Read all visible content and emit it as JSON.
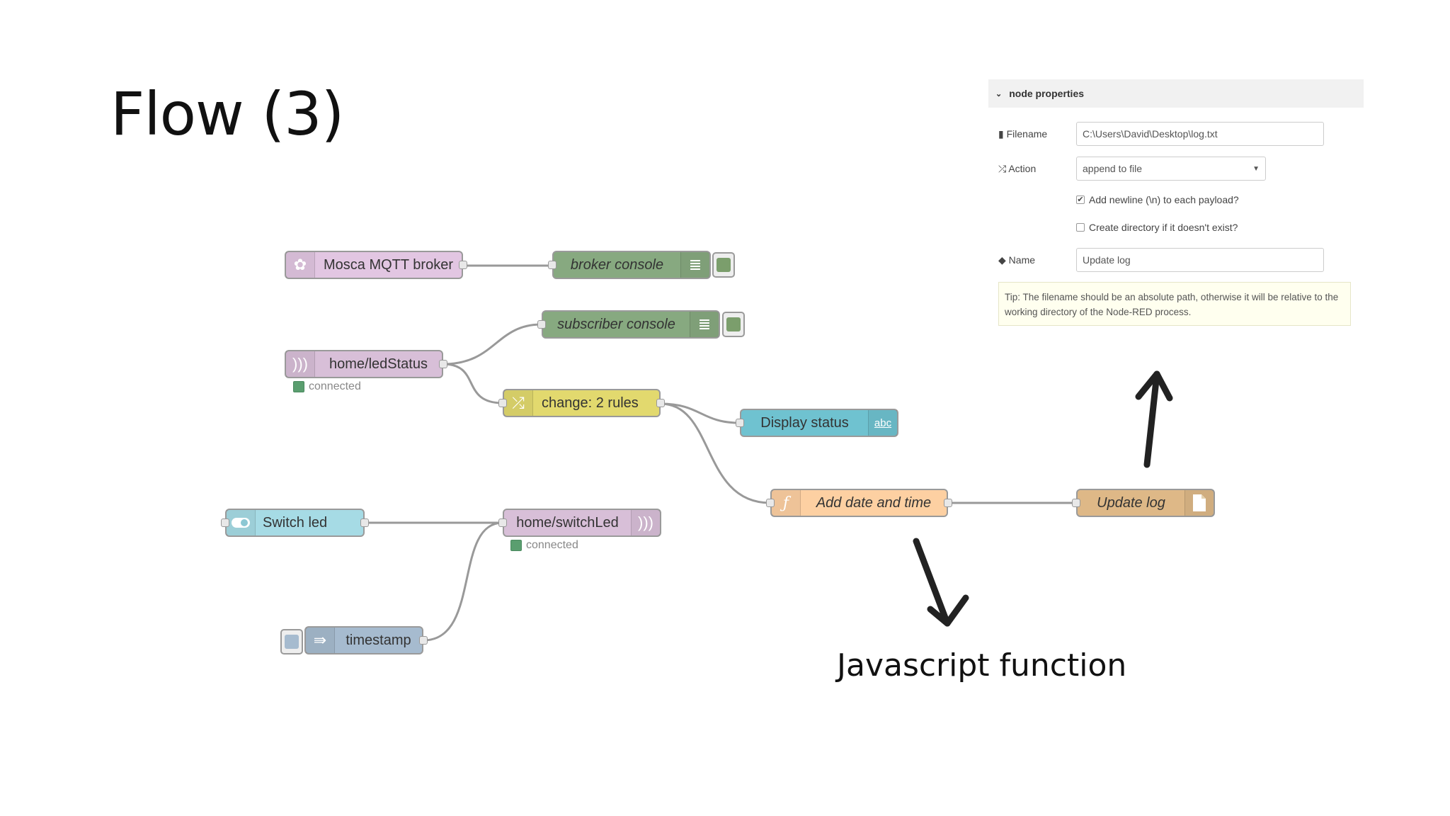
{
  "slide": {
    "title": "Flow (3)",
    "caption": "Javascript function"
  },
  "nodes": {
    "mosca": {
      "label": "Mosca MQTT broker",
      "color": "#e2c6e2"
    },
    "broker_console": {
      "label": "broker console",
      "color": "#87a980"
    },
    "subscriber_console": {
      "label": "subscriber console",
      "color": "#87a980"
    },
    "led_status": {
      "label": "home/ledStatus",
      "color": "#d8bfd8",
      "status": "connected"
    },
    "change": {
      "label": "change: 2 rules",
      "color": "#e2d96e"
    },
    "display_status": {
      "label": "Display status",
      "color": "#6fc2d0",
      "icon_text": "abc"
    },
    "add_date": {
      "label": "Add date and time",
      "color": "#fdd0a2"
    },
    "update_log": {
      "label": "Update log",
      "color": "#deb887"
    },
    "switch_led": {
      "label": "Switch led",
      "color": "#a6dbe5"
    },
    "switch_led_mqtt": {
      "label": "home/switchLed",
      "color": "#d8bfd8",
      "status": "connected"
    },
    "timestamp": {
      "label": "timestamp",
      "color": "#a6bbcf"
    }
  },
  "panel": {
    "header": "node properties",
    "filename_label": "Filename",
    "filename_value": "C:\\Users\\David\\Desktop\\log.txt",
    "action_label": "Action",
    "action_value": "append to file",
    "newline_label": "Add newline (\\n) to each payload?",
    "newline_checked": true,
    "createdir_label": "Create directory if it doesn't exist?",
    "createdir_checked": false,
    "name_label": "Name",
    "name_value": "Update log",
    "tip": "Tip: The filename should be an absolute path, otherwise it will be relative to the working directory of the Node-RED process."
  }
}
